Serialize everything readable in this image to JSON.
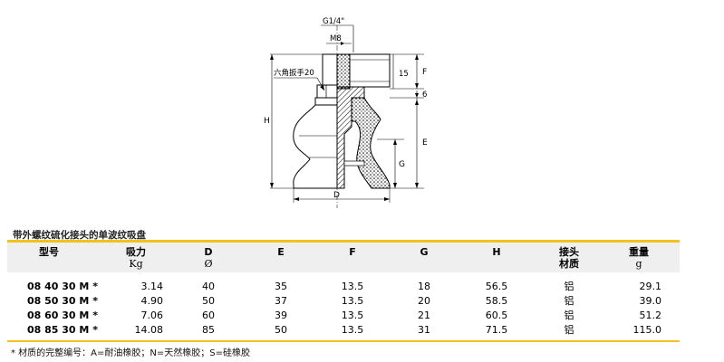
{
  "drawing": {
    "labels": {
      "thread": "G1/4\"",
      "m8": "M8",
      "hex": "六角扳手20",
      "h": "H",
      "f": "F",
      "f_value": "15",
      "six": "6",
      "e": "E",
      "g": "G",
      "d": "D"
    }
  },
  "table": {
    "title": "带外螺纹硫化接头的单波纹吸盘",
    "headers": [
      {
        "name": "型号",
        "unit": ""
      },
      {
        "name": "吸力",
        "unit": "Kg"
      },
      {
        "name": "D",
        "unit": "Ø"
      },
      {
        "name": "E",
        "unit": ""
      },
      {
        "name": "F",
        "unit": ""
      },
      {
        "name": "G",
        "unit": ""
      },
      {
        "name": "H",
        "unit": ""
      },
      {
        "name": "接头",
        "unit": "材质"
      },
      {
        "name": "重量",
        "unit": "g"
      }
    ],
    "rows": [
      [
        "08 40 30 M *",
        "3.14",
        "40",
        "35",
        "13.5",
        "18",
        "56.5",
        "铝",
        "29.1"
      ],
      [
        "08 50 30 M *",
        "4.90",
        "50",
        "37",
        "13.5",
        "20",
        "58.5",
        "铝",
        "39.0"
      ],
      [
        "08 60 30 M *",
        "7.06",
        "60",
        "39",
        "13.5",
        "21",
        "60.5",
        "铝",
        "51.2"
      ],
      [
        "08 85 30 M *",
        "14.08",
        "85",
        "50",
        "13.5",
        "31",
        "71.5",
        "铝",
        "115.0"
      ]
    ],
    "footnote": "* 材质的完整编号：A=耐油橡胶；N=天然橡胶；S=硅橡胶"
  }
}
